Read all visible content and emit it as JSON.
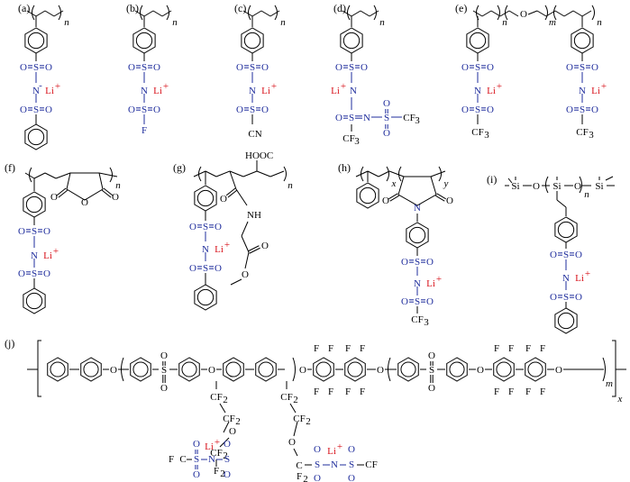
{
  "panels": {
    "a": {
      "label": "(a)",
      "n": "n",
      "O": "O",
      "S": "S",
      "N": "N",
      "Li": "Li",
      "plus": "+",
      "minus": "-"
    },
    "b": {
      "label": "(b)",
      "n": "n",
      "O": "O",
      "S": "S",
      "N": "N",
      "Li": "Li",
      "plus": "+",
      "F": "F"
    },
    "c": {
      "label": "(c)",
      "n": "n",
      "O": "O",
      "S": "S",
      "N": "N",
      "Li": "Li",
      "plus": "+",
      "CN": "CN"
    },
    "d": {
      "label": "(d)",
      "n": "n",
      "O": "O",
      "S": "S",
      "N": "N",
      "Li": "Li",
      "plus": "+",
      "CF3": "CF",
      "three": "3"
    },
    "e": {
      "label": "(e)",
      "n": "n",
      "m": "m",
      "O": "O",
      "S": "S",
      "N": "N",
      "Li": "Li",
      "plus": "+",
      "CF": "CF",
      "three": "3"
    },
    "f": {
      "label": "(f)",
      "n": "n",
      "O": "O",
      "S": "S",
      "N": "N",
      "Li": "Li",
      "plus": "+"
    },
    "g": {
      "label": "(g)",
      "n": "n",
      "HOOC": "HOOC",
      "NH": "NH",
      "O": "O",
      "S": "S",
      "N": "N",
      "Li": "Li",
      "plus": "+"
    },
    "h": {
      "label": "(h)",
      "x": "x",
      "y": "y",
      "O": "O",
      "N": "N",
      "S": "S",
      "Li": "Li",
      "plus": "+",
      "CF": "CF",
      "three": "3"
    },
    "i": {
      "label": "(i)",
      "n": "n",
      "Si": "Si",
      "O": "O",
      "S": "S",
      "N": "N",
      "Li": "Li",
      "plus": "+"
    },
    "j": {
      "label": "(j)",
      "m": "m",
      "x": "x",
      "O": "O",
      "S": "S",
      "F": "F",
      "F2": "F",
      "two": "2",
      "CF": "CF",
      "N": "N",
      "Li": "Li",
      "plus": "+",
      "F3C": "F",
      "C": "C"
    }
  }
}
